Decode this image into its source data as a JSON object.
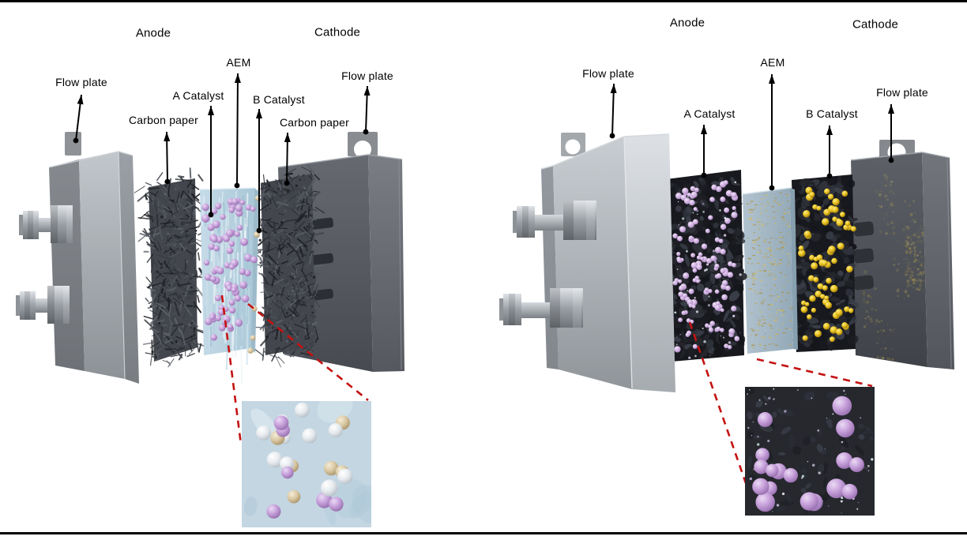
{
  "figure_type": "exploded-view diagram of two anion-exchange-membrane electrolyzer cell assemblies",
  "panels": {
    "left": {
      "labels": {
        "anode": "Anode",
        "cathode": "Cathode",
        "flow_plate_left": "Flow plate",
        "carbon_paper_left": "Carbon paper",
        "a_catalyst": "A Catalyst",
        "aem": "AEM",
        "b_catalyst": "B Catalyst",
        "carbon_paper_right": "Carbon paper",
        "flow_plate_right": "Flow plate"
      }
    },
    "right": {
      "labels": {
        "anode": "Anode",
        "cathode": "Cathode",
        "flow_plate_left": "Flow plate",
        "a_catalyst": "A Catalyst",
        "aem": "AEM",
        "b_catalyst": "B Catalyst",
        "flow_plate_right": "Flow plate"
      }
    }
  },
  "colors": {
    "background": "#ffffff",
    "border_rule": "#000000",
    "label_text": "#000000",
    "leader_line": "#000000",
    "callout_dashed": "#c41212",
    "membrane_blue": "#b8d1e0",
    "aem_right_blue": "#a0b4c2",
    "purple_catalyst_sphere": "#c9a3dc",
    "gold_catalyst_sphere": "#e8c224",
    "tan_catalyst_sphere": "#d9c7a2",
    "white_sphere": "#e6eaee",
    "carbon_fiber_dark": "#3c3f46",
    "catalyst_black": "#17191e",
    "flow_plate_gray": "#9aa0a6",
    "flow_plate_dark_gray": "#54585e",
    "inset_left_bg": "#c3d6e2",
    "inset_right_bg": "#26282e"
  }
}
